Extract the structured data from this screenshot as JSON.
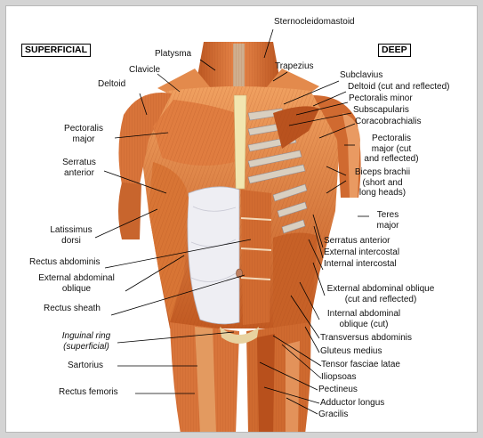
{
  "headers": {
    "left": "SUPERFICIAL",
    "right": "DEEP"
  },
  "labels": {
    "platysma": "Platysma",
    "sternocleidomastoid": "Sternocleidomastoid",
    "clavicle": "Clavicle",
    "trapezius": "Trapezius",
    "deltoid": "Deltoid",
    "subclavius": "Subclavius",
    "deltoid_deep": "Deltoid (cut and reflected)",
    "pectoralis_minor": "Pectoralis minor",
    "subscapularis": "Subscapularis",
    "coracobrachialis": "Coracobrachialis",
    "pectoralis_major_l1": "Pectoralis",
    "pectoralis_major_l2": "major",
    "pec_deep_l1": "Pectoralis",
    "pec_deep_l2": "major (cut",
    "pec_deep_l3": "and reflected)",
    "serratus_l1": "Serratus",
    "serratus_l2": "anterior",
    "biceps_l1": "Biceps brachii",
    "biceps_l2": "(short and",
    "biceps_l3": "long heads)",
    "teres_l1": "Teres",
    "teres_l2": "major",
    "latissimus_l1": "Latissimus",
    "latissimus_l2": "dorsi",
    "serratus_deep": "Serratus anterior",
    "external_intercostal": "External intercostal",
    "rectus_abdominis": "Rectus abdominis",
    "internal_intercostal": "Internal intercostal",
    "ext_oblique_l1": "External abdominal",
    "ext_oblique_l2": "oblique",
    "ext_oblique_deep_l1": "External abdominal oblique",
    "ext_oblique_deep_l2": "(cut and reflected)",
    "rectus_sheath": "Rectus sheath",
    "int_oblique_l1": "Internal abdominal",
    "int_oblique_l2": "oblique (cut)",
    "inguinal_l1": "Inguinal ring",
    "inguinal_l2": "(superficial)",
    "transversus": "Transversus abdominis",
    "gluteus_medius": "Gluteus medius",
    "sartorius": "Sartorius",
    "tensor": "Tensor fasciae latae",
    "iliopsoas": "Iliopsoas",
    "rectus_femoris": "Rectus femoris",
    "pectineus": "Pectineus",
    "adductor_longus": "Adductor longus",
    "gracilis": "Gracilis"
  },
  "colors": {
    "muscle": "#d9783a",
    "muscle_light": "#f0a56a",
    "muscle_dark": "#a9461c",
    "sheath": "#f2f2f6",
    "frame_bg": "#ffffff"
  }
}
